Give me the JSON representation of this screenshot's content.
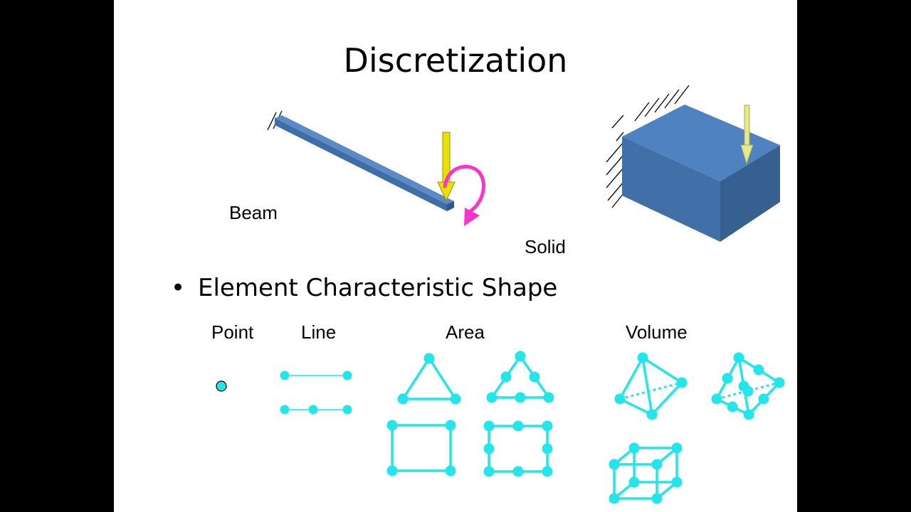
{
  "slide": {
    "title": "Discretization",
    "labels": {
      "beam": "Beam",
      "solid": "Solid"
    },
    "bullet": {
      "marker": "•",
      "text": "Element Characteristic Shape"
    },
    "categories": {
      "point": "Point",
      "line": "Line",
      "area": "Area",
      "volume": "Volume"
    }
  },
  "colors": {
    "beam_top": "#5a8bc7",
    "beam_front": "#3e6ea8",
    "solid_top": "#4f82c0",
    "solid_front": "#4170a9",
    "solid_side": "#35608f",
    "force_arrow": "#e8e000",
    "moment_arrow": "#ff33cc",
    "element": "#22e6ea"
  }
}
